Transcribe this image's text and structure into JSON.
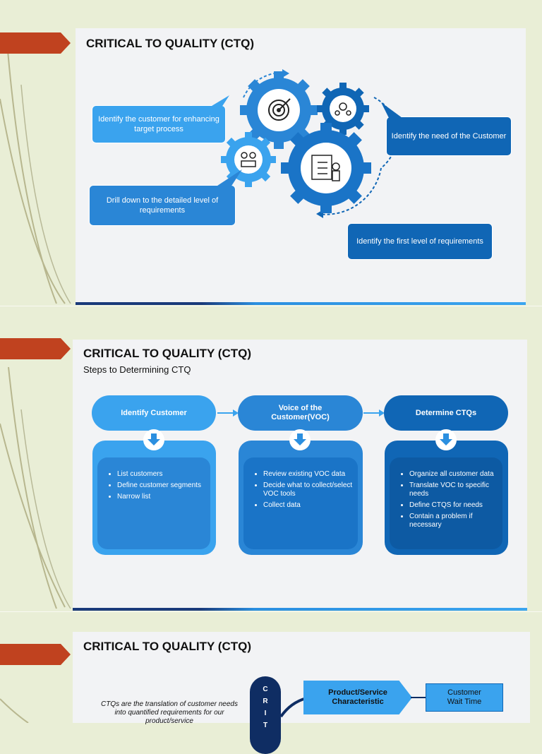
{
  "slides": {
    "s1": {
      "title": "CRITICAL TO QUALITY (CTQ)",
      "bubble_identify_customer": "Identify the customer for enhancing target process",
      "bubble_identify_need": "Identify the need of the Customer",
      "bubble_drill_down": "Drill down to the detailed level of requirements",
      "bubble_first_level": "Identify the first level of requirements"
    },
    "s2": {
      "title": "CRITICAL TO QUALITY (CTQ)",
      "subtitle": "Steps to Determining CTQ",
      "steps": [
        {
          "label": "Identify Customer",
          "items": [
            "List customers",
            "Define customer segments",
            "Narrow list"
          ]
        },
        {
          "label": "Voice of the Customer(VOC)",
          "items": [
            "Review existing VOC data",
            "Decide what to collect/select VOC tools",
            "Collect data"
          ]
        },
        {
          "label": "Determine CTQs",
          "items": [
            "Organize all customer data",
            "Translate VOC to specific needs",
            "Define CTQS for needs",
            "Contain a problem if necessary"
          ]
        }
      ]
    },
    "s3": {
      "title": "CRITICAL TO QUALITY (CTQ)",
      "definition": "CTQs are the translation of customer needs into quantified requirements for our product/service",
      "crit_letters": [
        "C",
        "R",
        "I",
        "T"
      ],
      "product_box": "Product/Service Characteristic",
      "customer_box": "Customer Wait Time"
    }
  },
  "colors": {
    "light_blue": "#3aa3ee",
    "mid_blue": "#2a86d6",
    "dark_blue": "#1066b5",
    "navy": "#0f2d63",
    "accent_tag": "#c0421f",
    "background": "#e9eed6"
  },
  "icons": [
    "target-icon",
    "team-idea-icon",
    "team-meeting-icon",
    "checklist-person-icon",
    "gear-icon",
    "arrow-down-icon",
    "arrow-right-icon"
  ]
}
